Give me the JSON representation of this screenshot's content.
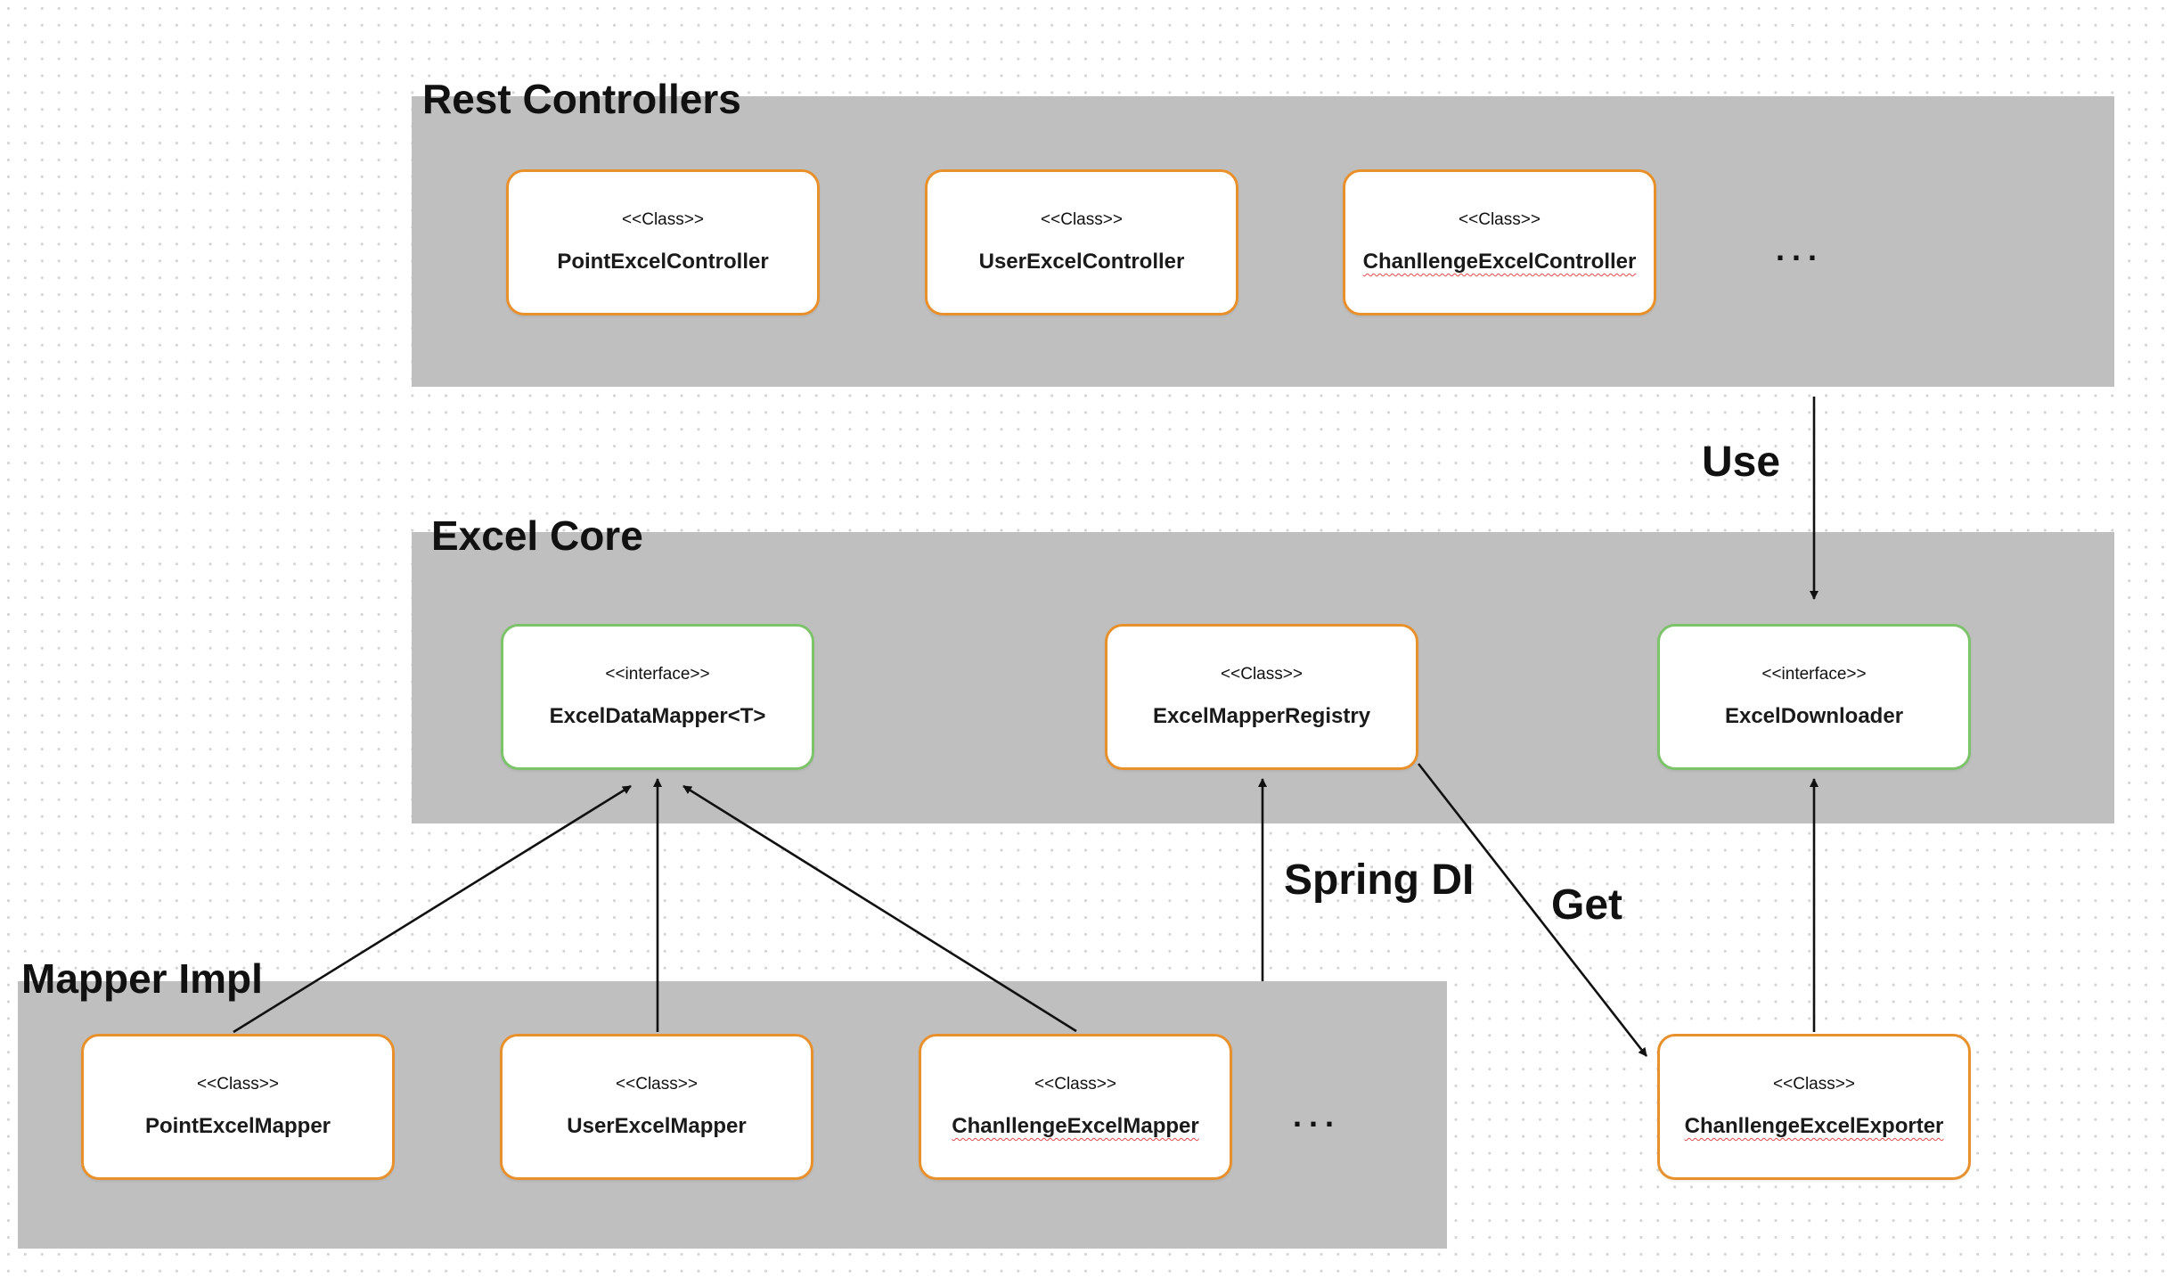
{
  "groups": {
    "rest": {
      "title": "Rest Controllers"
    },
    "core": {
      "title": "Excel Core"
    },
    "mapper": {
      "title": "Mapper Impl"
    }
  },
  "nodes": {
    "point_controller": {
      "stereotype": "<<Class>>",
      "name": "PointExcelController"
    },
    "user_controller": {
      "stereotype": "<<Class>>",
      "name": "UserExcelController"
    },
    "challenge_controller": {
      "stereotype": "<<Class>>",
      "name": "ChanllengeExcelController"
    },
    "data_mapper": {
      "stereotype": "<<interface>>",
      "name": "ExcelDataMapper<T>"
    },
    "mapper_registry": {
      "stereotype": "<<Class>>",
      "name": "ExcelMapperRegistry"
    },
    "downloader": {
      "stereotype": "<<interface>>",
      "name": "ExcelDownloader"
    },
    "point_mapper": {
      "stereotype": "<<Class>>",
      "name": "PointExcelMapper"
    },
    "user_mapper": {
      "stereotype": "<<Class>>",
      "name": "UserExcelMapper"
    },
    "challenge_mapper": {
      "stereotype": "<<Class>>",
      "name": "ChanllengeExcelMapper"
    },
    "challenge_exporter": {
      "stereotype": "<<Class>>",
      "name": "ChanllengeExcelExporter"
    }
  },
  "ellipsis": {
    "rest": "...",
    "mapper": "..."
  },
  "edge_labels": {
    "use": "Use",
    "spring_di": "Spring DI",
    "get": "Get"
  },
  "colors": {
    "group_fill": "#bfbfbf",
    "class_border": "#e8912c",
    "interface_border": "#7cc36a",
    "arrow": "#111111"
  }
}
